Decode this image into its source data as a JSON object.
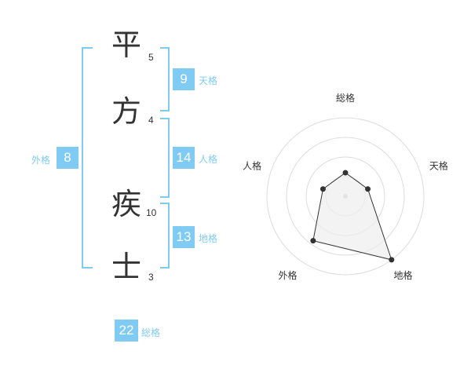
{
  "name_chars": [
    {
      "char": "平",
      "strokes": "5"
    },
    {
      "char": "方",
      "strokes": "4"
    },
    {
      "char": "疾",
      "strokes": "10"
    },
    {
      "char": "士",
      "strokes": "3"
    }
  ],
  "kaku": {
    "tenkaku": {
      "value": "9",
      "label": "天格"
    },
    "jinkaku": {
      "value": "14",
      "label": "人格"
    },
    "chikaku": {
      "value": "13",
      "label": "地格"
    },
    "gaikaku": {
      "value": "8",
      "label": "外格"
    },
    "soukaku": {
      "value": "22",
      "label": "総格"
    }
  },
  "colors": {
    "accent": "#7fcbf3",
    "text": "#333333",
    "ring": "#dddddd",
    "fill": "#eeeeee"
  },
  "chart_data": {
    "type": "radar",
    "axes": [
      "総格",
      "天格",
      "地格",
      "外格",
      "人格"
    ],
    "values": [
      0.3,
      0.3,
      1.0,
      0.7,
      0.3
    ],
    "rings": 4,
    "max": 1.0
  }
}
